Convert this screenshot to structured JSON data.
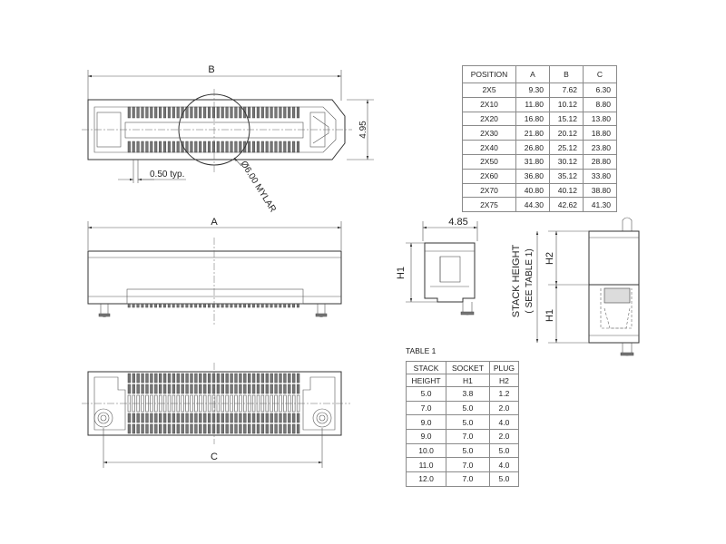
{
  "dimensions": {
    "B": "B",
    "A": "A",
    "C": "C",
    "height_495": "4.95",
    "pitch": "0.50 typ.",
    "mylar": "Ø6.00 MYLAR",
    "width_485": "4.85",
    "H1": "H1",
    "H2": "H2",
    "stack_height": "STACK HEIGHT",
    "see_table": "( SEE TABLE 1)"
  },
  "position_table": {
    "headers": [
      "POSITION",
      "A",
      "B",
      "C"
    ],
    "rows": [
      [
        "2X5",
        "9.30",
        "7.62",
        "6.30"
      ],
      [
        "2X10",
        "11.80",
        "10.12",
        "8.80"
      ],
      [
        "2X20",
        "16.80",
        "15.12",
        "13.80"
      ],
      [
        "2X30",
        "21.80",
        "20.12",
        "18.80"
      ],
      [
        "2X40",
        "26.80",
        "25.12",
        "23.80"
      ],
      [
        "2X50",
        "31.80",
        "30.12",
        "28.80"
      ],
      [
        "2X60",
        "36.80",
        "35.12",
        "33.80"
      ],
      [
        "2X70",
        "40.80",
        "40.12",
        "38.80"
      ],
      [
        "2X75",
        "44.30",
        "42.62",
        "41.30"
      ]
    ]
  },
  "table1": {
    "caption": "TABLE 1",
    "headers": [
      [
        "STACK",
        "HEIGHT"
      ],
      [
        "SOCKET",
        "H1"
      ],
      [
        "PLUG",
        "H2"
      ]
    ],
    "rows": [
      [
        "5.0",
        "3.8",
        "1.2"
      ],
      [
        "7.0",
        "5.0",
        "2.0"
      ],
      [
        "9.0",
        "5.0",
        "4.0"
      ],
      [
        "9.0",
        "7.0",
        "2.0"
      ],
      [
        "10.0",
        "5.0",
        "5.0"
      ],
      [
        "11.0",
        "7.0",
        "4.0"
      ],
      [
        "12.0",
        "7.0",
        "5.0"
      ]
    ]
  }
}
